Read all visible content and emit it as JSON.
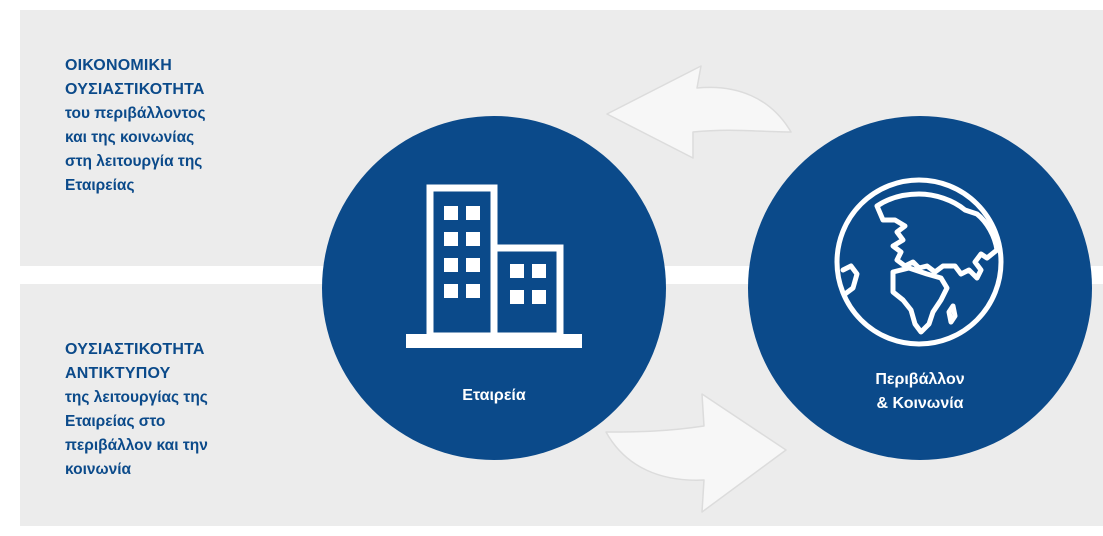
{
  "top_panel": {
    "heading_lines": [
      "ΟΙΚΟΝΟΜΙΚΗ",
      "ΟΥΣΙΑΣΤΙΚΟΤΗΤΑ"
    ],
    "description_lines": [
      "του περιβάλλοντος",
      "και της κοινωνίας",
      "στη λειτουργία της",
      "Εταιρείας"
    ]
  },
  "bottom_panel": {
    "heading_lines": [
      "ΟΥΣΙΑΣΤΙΚΟΤΗΤΑ",
      "ΑΝΤΙΚΤΥΠΟΥ"
    ],
    "description_lines": [
      "της λειτουργίας της",
      "Εταιρείας στο",
      "περιβάλλον και την",
      "κοινωνία"
    ]
  },
  "nodes": {
    "company": {
      "label": "Εταιρεία",
      "icon": "building-icon"
    },
    "environment": {
      "label_lines": [
        "Περιβάλλον",
        "& Κοινωνία"
      ],
      "icon": "globe-icon"
    }
  },
  "colors": {
    "primary": "#0b4a8a",
    "band": "#ececec",
    "arrow": "#f7f7f7"
  }
}
